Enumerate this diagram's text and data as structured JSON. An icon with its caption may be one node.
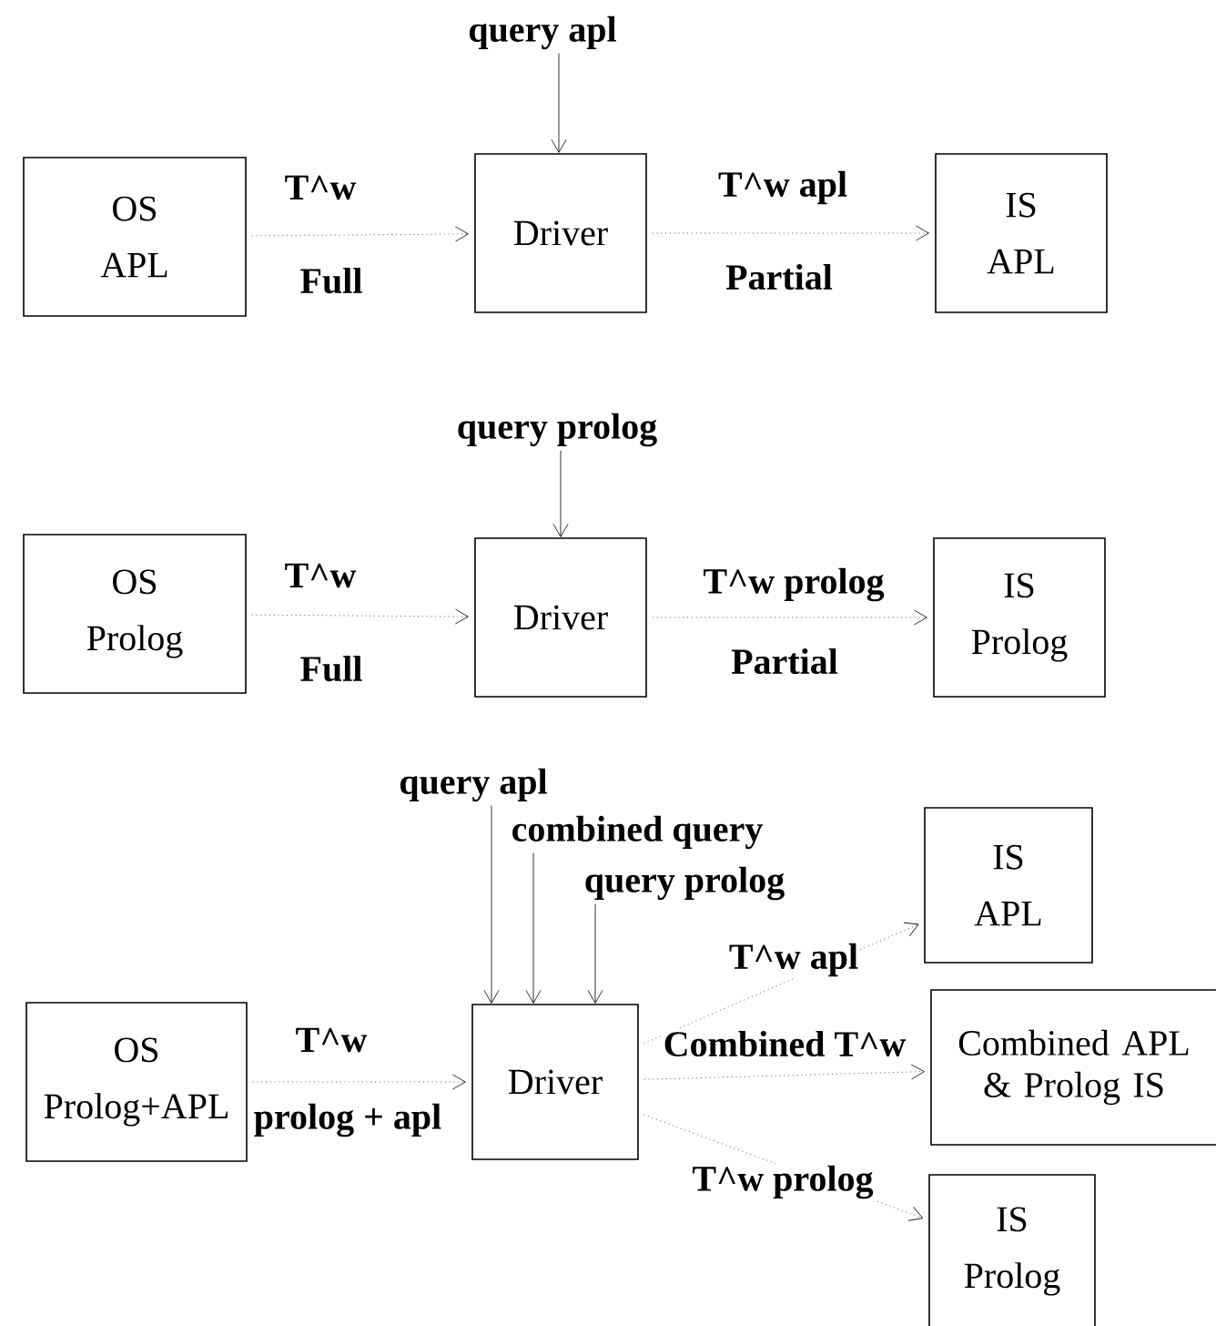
{
  "diagram": {
    "nodes": [
      {
        "text": [
          "OS",
          "APL"
        ]
      },
      {
        "text": [
          "Driver"
        ]
      },
      {
        "text": [
          "IS",
          "APL"
        ]
      },
      {
        "text": [
          "query apl"
        ]
      },
      {
        "text": [
          "OS",
          "Prolog"
        ]
      },
      {
        "text": [
          "Driver"
        ]
      },
      {
        "text": [
          "IS",
          "Prolog"
        ]
      },
      {
        "text": [
          "query prolog"
        ]
      },
      {
        "text": [
          "OS",
          "Prolog+APL"
        ]
      },
      {
        "text": [
          "Driver"
        ]
      },
      {
        "text": [
          "IS",
          "APL"
        ]
      },
      {
        "text": [
          "Combined APL & Prolog IS"
        ]
      },
      {
        "text": [
          "IS",
          "Prolog"
        ]
      },
      {
        "text": [
          "query apl"
        ]
      },
      {
        "text": [
          "combined query"
        ]
      },
      {
        "text": [
          "query prolog"
        ]
      }
    ],
    "edges": [
      {
        "from": 0,
        "to": 1,
        "arrow": "to",
        "label": "T^w",
        "style": "dashed"
      },
      {
        "from": 1,
        "to": 2,
        "arrow": "to",
        "label": "T^w  apl",
        "style": "dashed"
      },
      {
        "from": 3,
        "to": 1,
        "arrow": "to"
      },
      {
        "from": 4,
        "to": 5,
        "arrow": "to",
        "label": "T^w",
        "style": "dashed"
      },
      {
        "from": 5,
        "to": 6,
        "arrow": "to",
        "label": "T^w prolog",
        "style": "dashed"
      },
      {
        "from": 7,
        "to": 5,
        "arrow": "to"
      },
      {
        "from": 8,
        "to": 9,
        "arrow": "to",
        "label": "T^w",
        "style": "dashed"
      },
      {
        "from": 9,
        "to": 10,
        "arrow": "to",
        "label": "T^w  apl",
        "style": "dashed"
      },
      {
        "from": 9,
        "to": 11,
        "arrow": "to",
        "label": "Combined T^w",
        "style": "dashed"
      },
      {
        "from": 9,
        "to": 12,
        "arrow": "to",
        "label": "T^w  prolog",
        "style": "dashed"
      },
      {
        "from": 13,
        "to": 9,
        "arrow": "to"
      },
      {
        "from": 14,
        "to": 9,
        "arrow": "to"
      },
      {
        "from": 15,
        "to": 9,
        "arrow": "to"
      }
    ],
    "labels": [
      "Full",
      "Partial",
      "Full",
      "Partial",
      "prolog + apl"
    ]
  }
}
